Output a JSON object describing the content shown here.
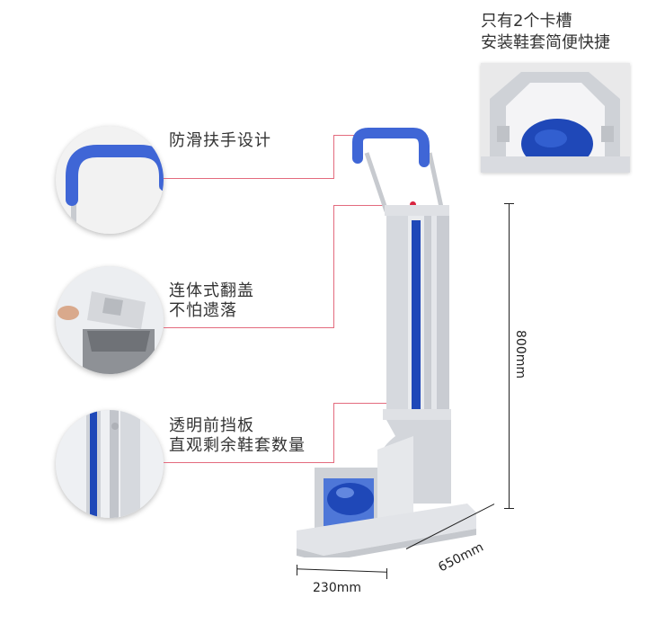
{
  "top_note": {
    "line1": "只有2个卡槽",
    "line2": "安装鞋套简便快捷"
  },
  "features": [
    {
      "label_line1": "防滑扶手设计",
      "label_line2": ""
    },
    {
      "label_line1": "连体式翻盖",
      "label_line2": "不怕遗落"
    },
    {
      "label_line1": "透明前挡板",
      "label_line2": "直观剩余鞋套数量"
    }
  ],
  "dimensions": {
    "height": "800mm",
    "width": "230mm",
    "depth": "650mm"
  },
  "colors": {
    "accent_red": "#d8243f",
    "handle_blue": "#3f66d6",
    "frame_silver": "#d9dbe0",
    "cover_blue": "#1f48b8"
  }
}
